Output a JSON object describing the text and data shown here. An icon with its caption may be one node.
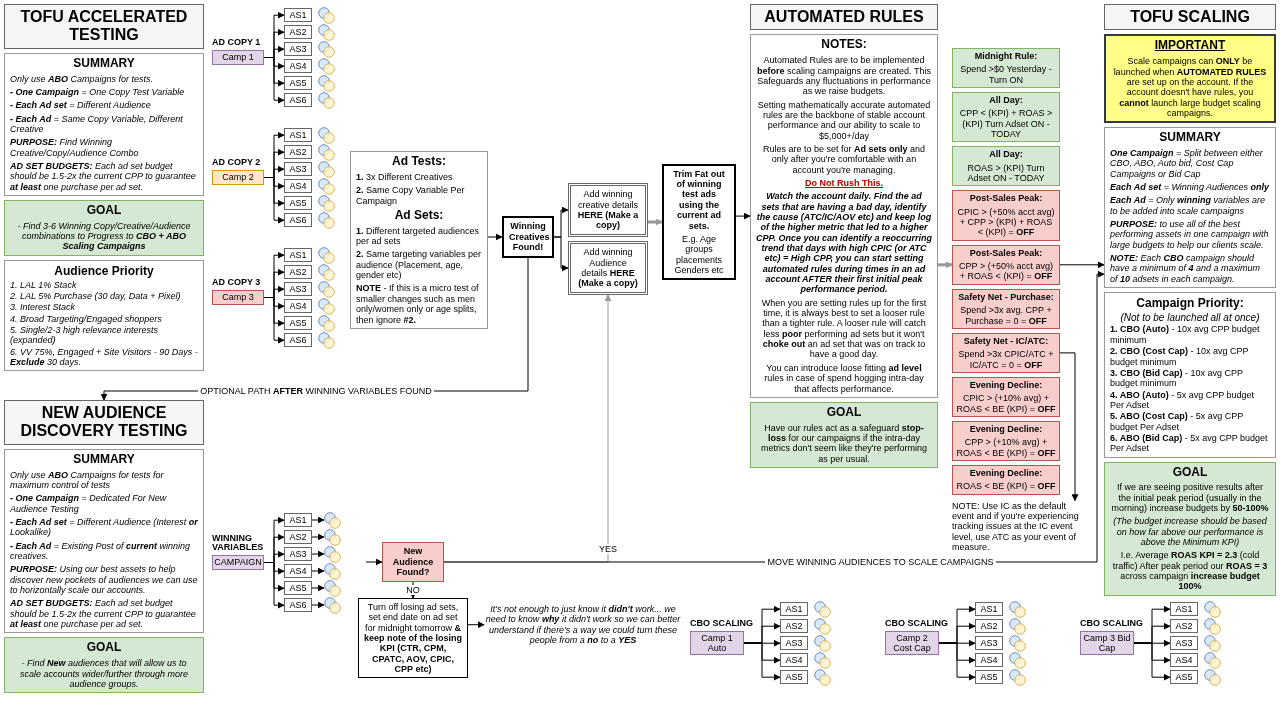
{
  "diagram": {
    "nodes": [
      {
        "text": [
          "TOFU ACCELERATED TESTING"
        ]
      },
      {
        "text": [
          "SUMMARY",
          "Only use **ABO** Campaigns for tests.",
          "**- One Campaign** = One Copy Test Variable",
          "**- Each Ad set** = Different Audience",
          "**- Each Ad** = Same Copy Variable, Different Creative",
          "**PURPOSE:** Find Winning Creative/Copy/Audience Combo",
          "**AD SET BUDGETS:** Each ad set budget should be 1.5-2x the current CPP to guarantee **at least** one purchase per ad set."
        ]
      },
      {
        "text": [
          "GOAL",
          "- Find 3-6 Winning Copy/Creative/Audience combinations to Progress to **CBO + ABO Scaling Campaigns**"
        ]
      },
      {
        "text": [
          "Audience Priority",
          "1. LAL 1% Stack",
          "2. LAL 5% Purchase (30 day, Data + Pixel)",
          "3. Interest Stack",
          "4. Broad Targeting/Engaged shoppers",
          "5. Single/2-3 high relevance interests (expanded)",
          "6. VV 75%, Engaged + Site Visitors - 90 Days - **Exclude** 30 days."
        ]
      },
      {
        "text": [
          "NEW AUDIENCE DISCOVERY TESTING"
        ]
      },
      {
        "text": [
          "SUMMARY",
          "Only use **ABO** Campaigns for tests for maximum control of tests",
          "**- One Campaign** = Dedicated For New Audience Testing",
          "**- Each Ad set** = Different Audience (Interest **or** Lookalike)",
          "**- Each Ad** = Existing Post of **current** winning creatives.",
          "**PURPOSE:** Using our best assets to help discover new pockets of audiences we can use to horizontally scale our accounts.",
          "**AD SET BUDGETS:** Each ad set budget should be 1.5-2x the current CPP to guarantee **at least** one purchase per ad set."
        ]
      },
      {
        "text": [
          "GOAL",
          "- Find **New** audiences that will allow us to scale accounts wider/further through more audience groups."
        ]
      },
      {
        "text": [
          "Camp 1"
        ],
        "beside": [
          "AD COPY 1"
        ]
      },
      {
        "text": [
          "AS1"
        ]
      },
      {
        "text": [
          "AS2"
        ]
      },
      {
        "text": [
          "AS3"
        ]
      },
      {
        "text": [
          "AS4"
        ]
      },
      {
        "text": [
          "AS5"
        ]
      },
      {
        "text": [
          "AS6"
        ]
      },
      {
        "text": [],
        "shape": "circle"
      },
      {
        "text": [],
        "shape": "circle"
      },
      {
        "text": [],
        "shape": "circle"
      },
      {
        "text": [],
        "shape": "circle"
      },
      {
        "text": [],
        "shape": "circle"
      },
      {
        "text": [],
        "shape": "circle"
      },
      {
        "text": [
          "Camp 2"
        ],
        "beside": [
          "AD COPY 2"
        ]
      },
      {
        "text": [
          "AS1"
        ]
      },
      {
        "text": [
          "AS2"
        ]
      },
      {
        "text": [
          "AS3"
        ]
      },
      {
        "text": [
          "AS4"
        ]
      },
      {
        "text": [
          "AS5"
        ]
      },
      {
        "text": [
          "AS6"
        ]
      },
      {
        "text": [],
        "shape": "circle"
      },
      {
        "text": [],
        "shape": "circle"
      },
      {
        "text": [],
        "shape": "circle"
      },
      {
        "text": [],
        "shape": "circle"
      },
      {
        "text": [],
        "shape": "circle"
      },
      {
        "text": [],
        "shape": "circle"
      },
      {
        "text": [
          "Camp 3"
        ],
        "beside": [
          "AD COPY 3"
        ]
      },
      {
        "text": [
          "AS1"
        ]
      },
      {
        "text": [
          "AS2"
        ]
      },
      {
        "text": [
          "AS3"
        ]
      },
      {
        "text": [
          "AS4"
        ]
      },
      {
        "text": [
          "AS5"
        ]
      },
      {
        "text": [
          "AS6"
        ]
      },
      {
        "text": [],
        "shape": "circle"
      },
      {
        "text": [],
        "shape": "circle"
      },
      {
        "text": [],
        "shape": "circle"
      },
      {
        "text": [],
        "shape": "circle"
      },
      {
        "text": [],
        "shape": "circle"
      },
      {
        "text": [],
        "shape": "circle"
      },
      {
        "text": [
          "CAMPAIGN"
        ],
        "beside": [
          "WINNING VARIABLES"
        ]
      },
      {
        "text": [
          "AS1"
        ]
      },
      {
        "text": [
          "AS2"
        ]
      },
      {
        "text": [
          "AS3"
        ]
      },
      {
        "text": [
          "AS4"
        ]
      },
      {
        "text": [
          "AS5"
        ]
      },
      {
        "text": [
          "AS6"
        ]
      },
      {
        "text": [],
        "shape": "circle"
      },
      {
        "text": [],
        "shape": "circle"
      },
      {
        "text": [],
        "shape": "circle"
      },
      {
        "text": [],
        "shape": "circle"
      },
      {
        "text": [],
        "shape": "circle"
      },
      {
        "text": [],
        "shape": "circle"
      },
      {
        "text": [
          "Ad Tests:",
          "**1.** 3x Different Creatives",
          "**2.** Same Copy Variable Per Campaign",
          "Ad Sets:",
          "**1.** Different targeted audiences per ad sets",
          "**2.** Same targeting variables per audience (Placement, age, gender etc)",
          "**NOTE** - If this is a micro test of smaller changes such as men only/women only or age splits, then ignore **#2.**"
        ]
      },
      {
        "text": [
          "Winning Creatives Found!"
        ]
      },
      {
        "text": [
          "Add winning creative details **HERE (Make a copy)**"
        ]
      },
      {
        "text": [
          "Add winning Audience details **HERE (Make a copy)**"
        ]
      },
      {
        "text": [
          "Trim Fat out of winning test ads using the current ad sets.",
          "E.g. Age groups placements Genders etc"
        ]
      },
      {
        "text": [
          "New Audience Found?"
        ]
      },
      {
        "text": [
          "Turn off losing ad sets, set end date on ad set for midnight tomorrow **& keep note of the losing KPI (CTR, CPM, CPATC, AOV, CPIC, CPP etc)**"
        ]
      },
      {
        "text": [
          "It's not enough to just know it **didn't** work... we need to know **why** it didn't work so we can better understand if there's a way we could turn these people from a **no** to a **YES**"
        ]
      },
      {
        "text": [
          "AUTOMATED RULES"
        ]
      },
      {
        "text": [
          "NOTES:",
          "Automated Rules are to be implemented **before** scaling campaigns are created. This Safeguards any fluctuations in performance as we raise budgets.",
          "Setting mathematically accurate automated rules are the backbone of stable account performance and our ability to scale to $5,000+/day",
          "Rules are to be set for **Ad sets only** and only after you're comfortable with an account you're managing.",
          "Do Not Rush This.",
          "Watch the account daily. Find the ad sets that are having a bad day, identify the cause (ATC/IC/AOV etc) and keep log of the higher metric that led to a higher CPP. Once you can identify a reoccurring trend that days with high CPIC (or ATC etc) = High CPP, you can start setting automated rules during times in an ad account AFTER their first initial peak performance period.",
          "When you are setting rules up for the first time, it is always best to set a looser rule than a tighter rule. A looser rule will catch less **poor** performing ad sets but it won't **choke out** an ad set that was on track to have a good day.",
          "You can introduce loose fitting **ad level** rules in case of spend hogging intra-day that affects performance."
        ]
      },
      {
        "text": [
          "GOAL",
          "Have our rules act as a safeguard **stop-loss** for our campaigns if the intra-day metrics don't seem like they're performing as per usual."
        ]
      },
      {
        "text": [
          "Midnight Rule:",
          "Spend >$0 Yesterday - Turn ON"
        ]
      },
      {
        "text": [
          "All Day:",
          "CPP < (KPI) + ROAS > (KPI) Turn Adset ON - TODAY"
        ]
      },
      {
        "text": [
          "All Day:",
          "ROAS > (KPI) Turn Adset ON - TODAY"
        ]
      },
      {
        "text": [
          "Post-Sales Peak:",
          "CPIC > (+50% acct avg) + CPP > (KPI) + ROAS < (KPI) = **OFF**"
        ]
      },
      {
        "text": [
          "Post-Sales Peak:",
          "CPP > (+50% acct avg) + ROAS < (KPI) = **OFF**"
        ]
      },
      {
        "text": [
          "Safety Net - Purchase:",
          "Spend >3x avg. CPP + Purchase = 0 = **OFF**"
        ]
      },
      {
        "text": [
          "Safety Net - IC/ATC:",
          "Spend >3x CPIC/ATC + IC/ATC = 0 = **OFF**"
        ]
      },
      {
        "text": [
          "Evening Decline:",
          "CPIC > (+10% avg) + ROAS < BE (KPI) = **OFF**"
        ]
      },
      {
        "text": [
          "Evening Decline:",
          "CPP > (+10% avg) + ROAS < BE (KPI) = **OFF**"
        ]
      },
      {
        "text": [
          "Evening Decline:",
          "ROAS < BE (KPI) = **OFF**"
        ]
      },
      {
        "text": [
          "NOTE: Use IC as the default event and if you're experiencing tracking issues at the IC event level, use ATC as your event of measure."
        ]
      },
      {
        "text": [
          "TOFU SCALING"
        ]
      },
      {
        "text": [
          "IMPORTANT",
          "Scale campaigns can **ONLY** be launched when **AUTOMATED RULES** are set up on the account. If the account doesn't have rules, you **cannot** launch large budget scaling campaigns."
        ]
      },
      {
        "text": [
          "SUMMARY",
          "**One Campaign** = Split between either CBO, ABO, Auto bid, Cost Cap Campaigns or Bid Cap",
          "**Each Ad set** = Winning Audiences **only**",
          "**Each Ad** = Only **winning** variables are to be added into scale campaigns",
          "**PURPOSE:** to use all of the best performing assets in one campaign with large budgets to help our clients scale.",
          "**NOTE:** Each **CBO** campaign should have a minimum of **4** and a maximum of **10** adsets in each campaign."
        ]
      },
      {
        "text": [
          "Campaign Priority:",
          "(Not to be launched all at once)",
          "**1. CBO (Auto)** - 10x avg CPP budget minimum",
          "**2. CBO (Cost Cap)** - 10x avg CPP budget minimum",
          "**3. CBO (Bid Cap)** - 10x avg CPP budget minimum",
          "**4. ABO (Auto)** - 5x avg CPP budget Per Adset",
          "**5. ABO (Cost Cap)** - 5x avg CPP budget Per Adset",
          "**6. ABO (Bid Cap)** - 5x avg CPP budget Per Adset"
        ]
      },
      {
        "text": [
          "GOAL",
          "If we are seeing positive results after the initial peak period (usually in the morning) increase budgets by **50-100%**",
          "(The budget increase should be based on how far above our performance is above the Minimum KPI)",
          "I.e. Average **ROAS KPI = 2.3** (cold traffic) After peak period our **ROAS = 3** across campaign **increase budget 100%**"
        ]
      },
      {
        "text": [
          "Camp 1 Auto"
        ],
        "beside": [
          "CBO SCALING"
        ]
      },
      {
        "text": [
          "AS1"
        ]
      },
      {
        "text": [
          "AS2"
        ]
      },
      {
        "text": [
          "AS3"
        ]
      },
      {
        "text": [
          "AS4"
        ]
      },
      {
        "text": [
          "AS5"
        ]
      },
      {
        "text": [],
        "shape": "circle"
      },
      {
        "text": [],
        "shape": "circle"
      },
      {
        "text": [],
        "shape": "circle"
      },
      {
        "text": [],
        "shape": "circle"
      },
      {
        "text": [],
        "shape": "circle"
      },
      {
        "text": [
          "Camp 2 Cost Cap"
        ],
        "beside": [
          "CBO SCALING"
        ]
      },
      {
        "text": [
          "AS1"
        ]
      },
      {
        "text": [
          "AS2"
        ]
      },
      {
        "text": [
          "AS3"
        ]
      },
      {
        "text": [
          "AS4"
        ]
      },
      {
        "text": [
          "AS5"
        ]
      },
      {
        "text": [],
        "shape": "circle"
      },
      {
        "text": [],
        "shape": "circle"
      },
      {
        "text": [],
        "shape": "circle"
      },
      {
        "text": [],
        "shape": "circle"
      },
      {
        "text": [],
        "shape": "circle"
      },
      {
        "text": [
          "Camp 3 Bid Cap"
        ],
        "beside": [
          "CBO SCALING"
        ]
      },
      {
        "text": [
          "AS1"
        ]
      },
      {
        "text": [
          "AS2"
        ]
      },
      {
        "text": [
          "AS3"
        ]
      },
      {
        "text": [
          "AS4"
        ]
      },
      {
        "text": [
          "AS5"
        ]
      },
      {
        "text": [],
        "shape": "circle"
      },
      {
        "text": [],
        "shape": "circle"
      },
      {
        "text": [],
        "shape": "circle"
      },
      {
        "text": [],
        "shape": "circle"
      },
      {
        "text": [],
        "shape": "circle"
      }
    ],
    "edges": [
      {
        "from": 7,
        "to": 8,
        "arrow": "to"
      },
      {
        "from": 7,
        "to": 9,
        "arrow": "to"
      },
      {
        "from": 7,
        "to": 10,
        "arrow": "to"
      },
      {
        "from": 7,
        "to": 11,
        "arrow": "to"
      },
      {
        "from": 7,
        "to": 12,
        "arrow": "to"
      },
      {
        "from": 7,
        "to": 13,
        "arrow": "to"
      },
      {
        "from": 20,
        "to": 21,
        "arrow": "to"
      },
      {
        "from": 20,
        "to": 22,
        "arrow": "to"
      },
      {
        "from": 20,
        "to": 23,
        "arrow": "to"
      },
      {
        "from": 20,
        "to": 24,
        "arrow": "to"
      },
      {
        "from": 20,
        "to": 25,
        "arrow": "to"
      },
      {
        "from": 20,
        "to": 26,
        "arrow": "to"
      },
      {
        "from": 33,
        "to": 34,
        "arrow": "to"
      },
      {
        "from": 33,
        "to": 35,
        "arrow": "to"
      },
      {
        "from": 33,
        "to": 36,
        "arrow": "to"
      },
      {
        "from": 33,
        "to": 37,
        "arrow": "to"
      },
      {
        "from": 33,
        "to": 38,
        "arrow": "to"
      },
      {
        "from": 33,
        "to": 39,
        "arrow": "to"
      },
      {
        "from": 46,
        "to": 47,
        "arrow": "to"
      },
      {
        "from": 46,
        "to": 48,
        "arrow": "to"
      },
      {
        "from": 46,
        "to": 49,
        "arrow": "to"
      },
      {
        "from": 46,
        "to": 50,
        "arrow": "to"
      },
      {
        "from": 46,
        "to": 51,
        "arrow": "to"
      },
      {
        "from": 46,
        "to": 52,
        "arrow": "to"
      },
      {
        "from": 47,
        "to": 53,
        "arrow": "to"
      },
      {
        "from": 48,
        "to": 54,
        "arrow": "to"
      },
      {
        "from": 49,
        "to": 55,
        "arrow": "to"
      },
      {
        "from": 50,
        "to": 56,
        "arrow": "to"
      },
      {
        "from": 51,
        "to": 57,
        "arrow": "to"
      },
      {
        "from": 52,
        "to": 58,
        "arrow": "to"
      },
      {
        "from": 59,
        "to": 60,
        "arrow": "to"
      },
      {
        "from": 60,
        "to": 61,
        "arrow": "to"
      },
      {
        "from": 60,
        "to": 62,
        "arrow": "to"
      },
      {
        "from": 60,
        "to": 4,
        "arrow": "to",
        "label": "OPTIONAL PATH **AFTER** WINNING VARIABLES FOUND"
      },
      {
        "from": 61,
        "to": 63,
        "arrow": "to",
        "style": "thick",
        "color": "#999999"
      },
      {
        "from": null,
        "to": 64,
        "arrow": "to"
      },
      {
        "from": 64,
        "to": 62,
        "arrow": "to",
        "label": "YES",
        "color": "#999999"
      },
      {
        "from": 64,
        "to": 65,
        "arrow": "to",
        "label": "NO"
      },
      {
        "from": 64,
        "to": 83,
        "arrow": "to",
        "label": "MOVE WINNING AUDIENCES TO SCALE CAMPAIGNS"
      },
      {
        "from": 65,
        "to": 66,
        "arrow": "to"
      },
      {
        "from": 63,
        "to": 68,
        "arrow": "to"
      },
      {
        "from": 68,
        "to": 74,
        "arrow": "to",
        "style": "thick",
        "color": "#999999"
      },
      {
        "from": 74,
        "to": 83,
        "arrow": "to"
      },
      {
        "from": 76,
        "to": 80,
        "arrow": "to"
      },
      {
        "from": 86,
        "to": 87,
        "arrow": "to"
      },
      {
        "from": 86,
        "to": 88,
        "arrow": "to"
      },
      {
        "from": 86,
        "to": 89,
        "arrow": "to"
      },
      {
        "from": 86,
        "to": 90,
        "arrow": "to"
      },
      {
        "from": 86,
        "to": 91,
        "arrow": "to"
      },
      {
        "from": 97,
        "to": 98,
        "arrow": "to"
      },
      {
        "from": 97,
        "to": 99,
        "arrow": "to"
      },
      {
        "from": 97,
        "to": 100,
        "arrow": "to"
      },
      {
        "from": 97,
        "to": 101,
        "arrow": "to"
      },
      {
        "from": 97,
        "to": 102,
        "arrow": "to"
      },
      {
        "from": 108,
        "to": 109,
        "arrow": "to"
      },
      {
        "from": 108,
        "to": 110,
        "arrow": "to"
      },
      {
        "from": 108,
        "to": 111,
        "arrow": "to"
      },
      {
        "from": 108,
        "to": 112,
        "arrow": "to"
      },
      {
        "from": 108,
        "to": 113,
        "arrow": "to"
      }
    ]
  }
}
